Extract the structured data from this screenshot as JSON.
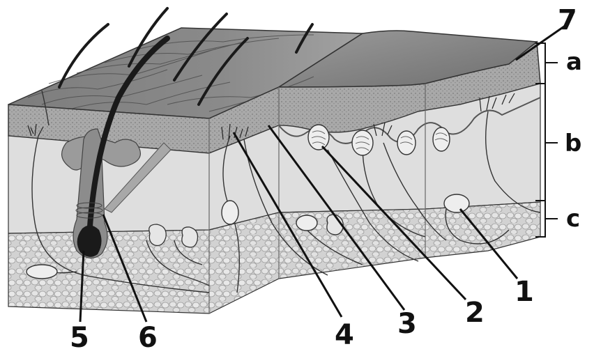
{
  "diagram": {
    "numbers": {
      "n1": "1",
      "n2": "2",
      "n3": "3",
      "n4": "4",
      "n5": "5",
      "n6": "6",
      "n7": "7"
    },
    "layers": {
      "a": "a",
      "b": "b",
      "c": "c"
    }
  },
  "colors": {
    "epidermis": "#8f8f8f",
    "epidermis_dark": "#6a6a6a",
    "dermis": "#dcdcdc",
    "hypodermis": "#c9c9c9",
    "line": "#111111"
  }
}
